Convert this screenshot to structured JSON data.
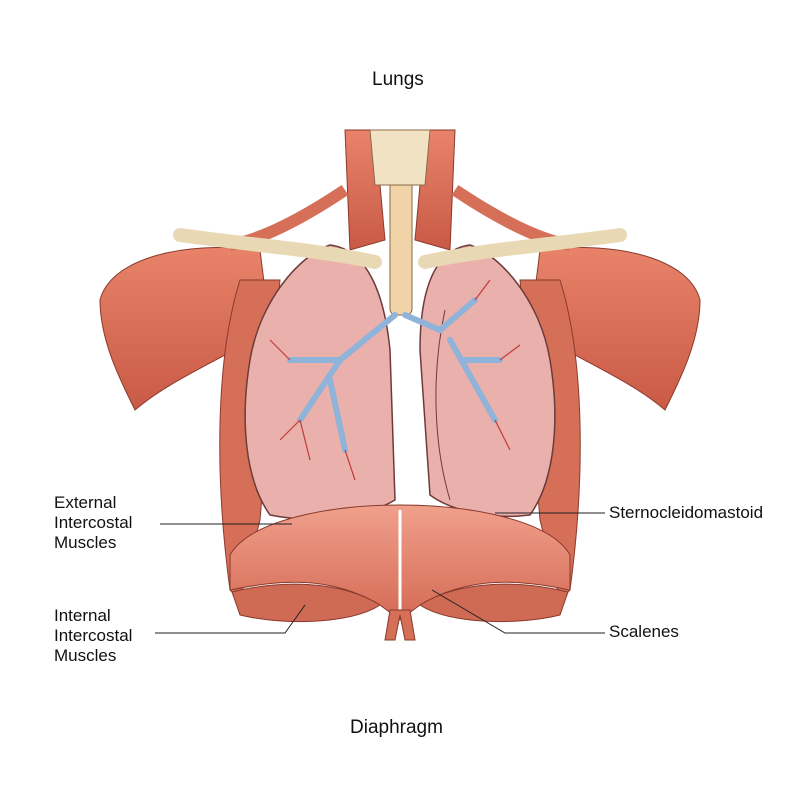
{
  "labels": {
    "top": "Lungs",
    "left_upper": [
      "External",
      "Intercostal",
      "Muscles"
    ],
    "left_lower": [
      "Internal",
      "Intercostal",
      "Muscles"
    ],
    "right_upper": "Sternocleidomastoid",
    "right_lower": "Scalenes",
    "bottom": "Diaphragm"
  },
  "colors": {
    "muscle": "#e07a5f",
    "lung": "#eab0ac",
    "bone": "#f1e2c4",
    "bronchi": "#8fb3d9",
    "vessel": "#c23b3b"
  }
}
